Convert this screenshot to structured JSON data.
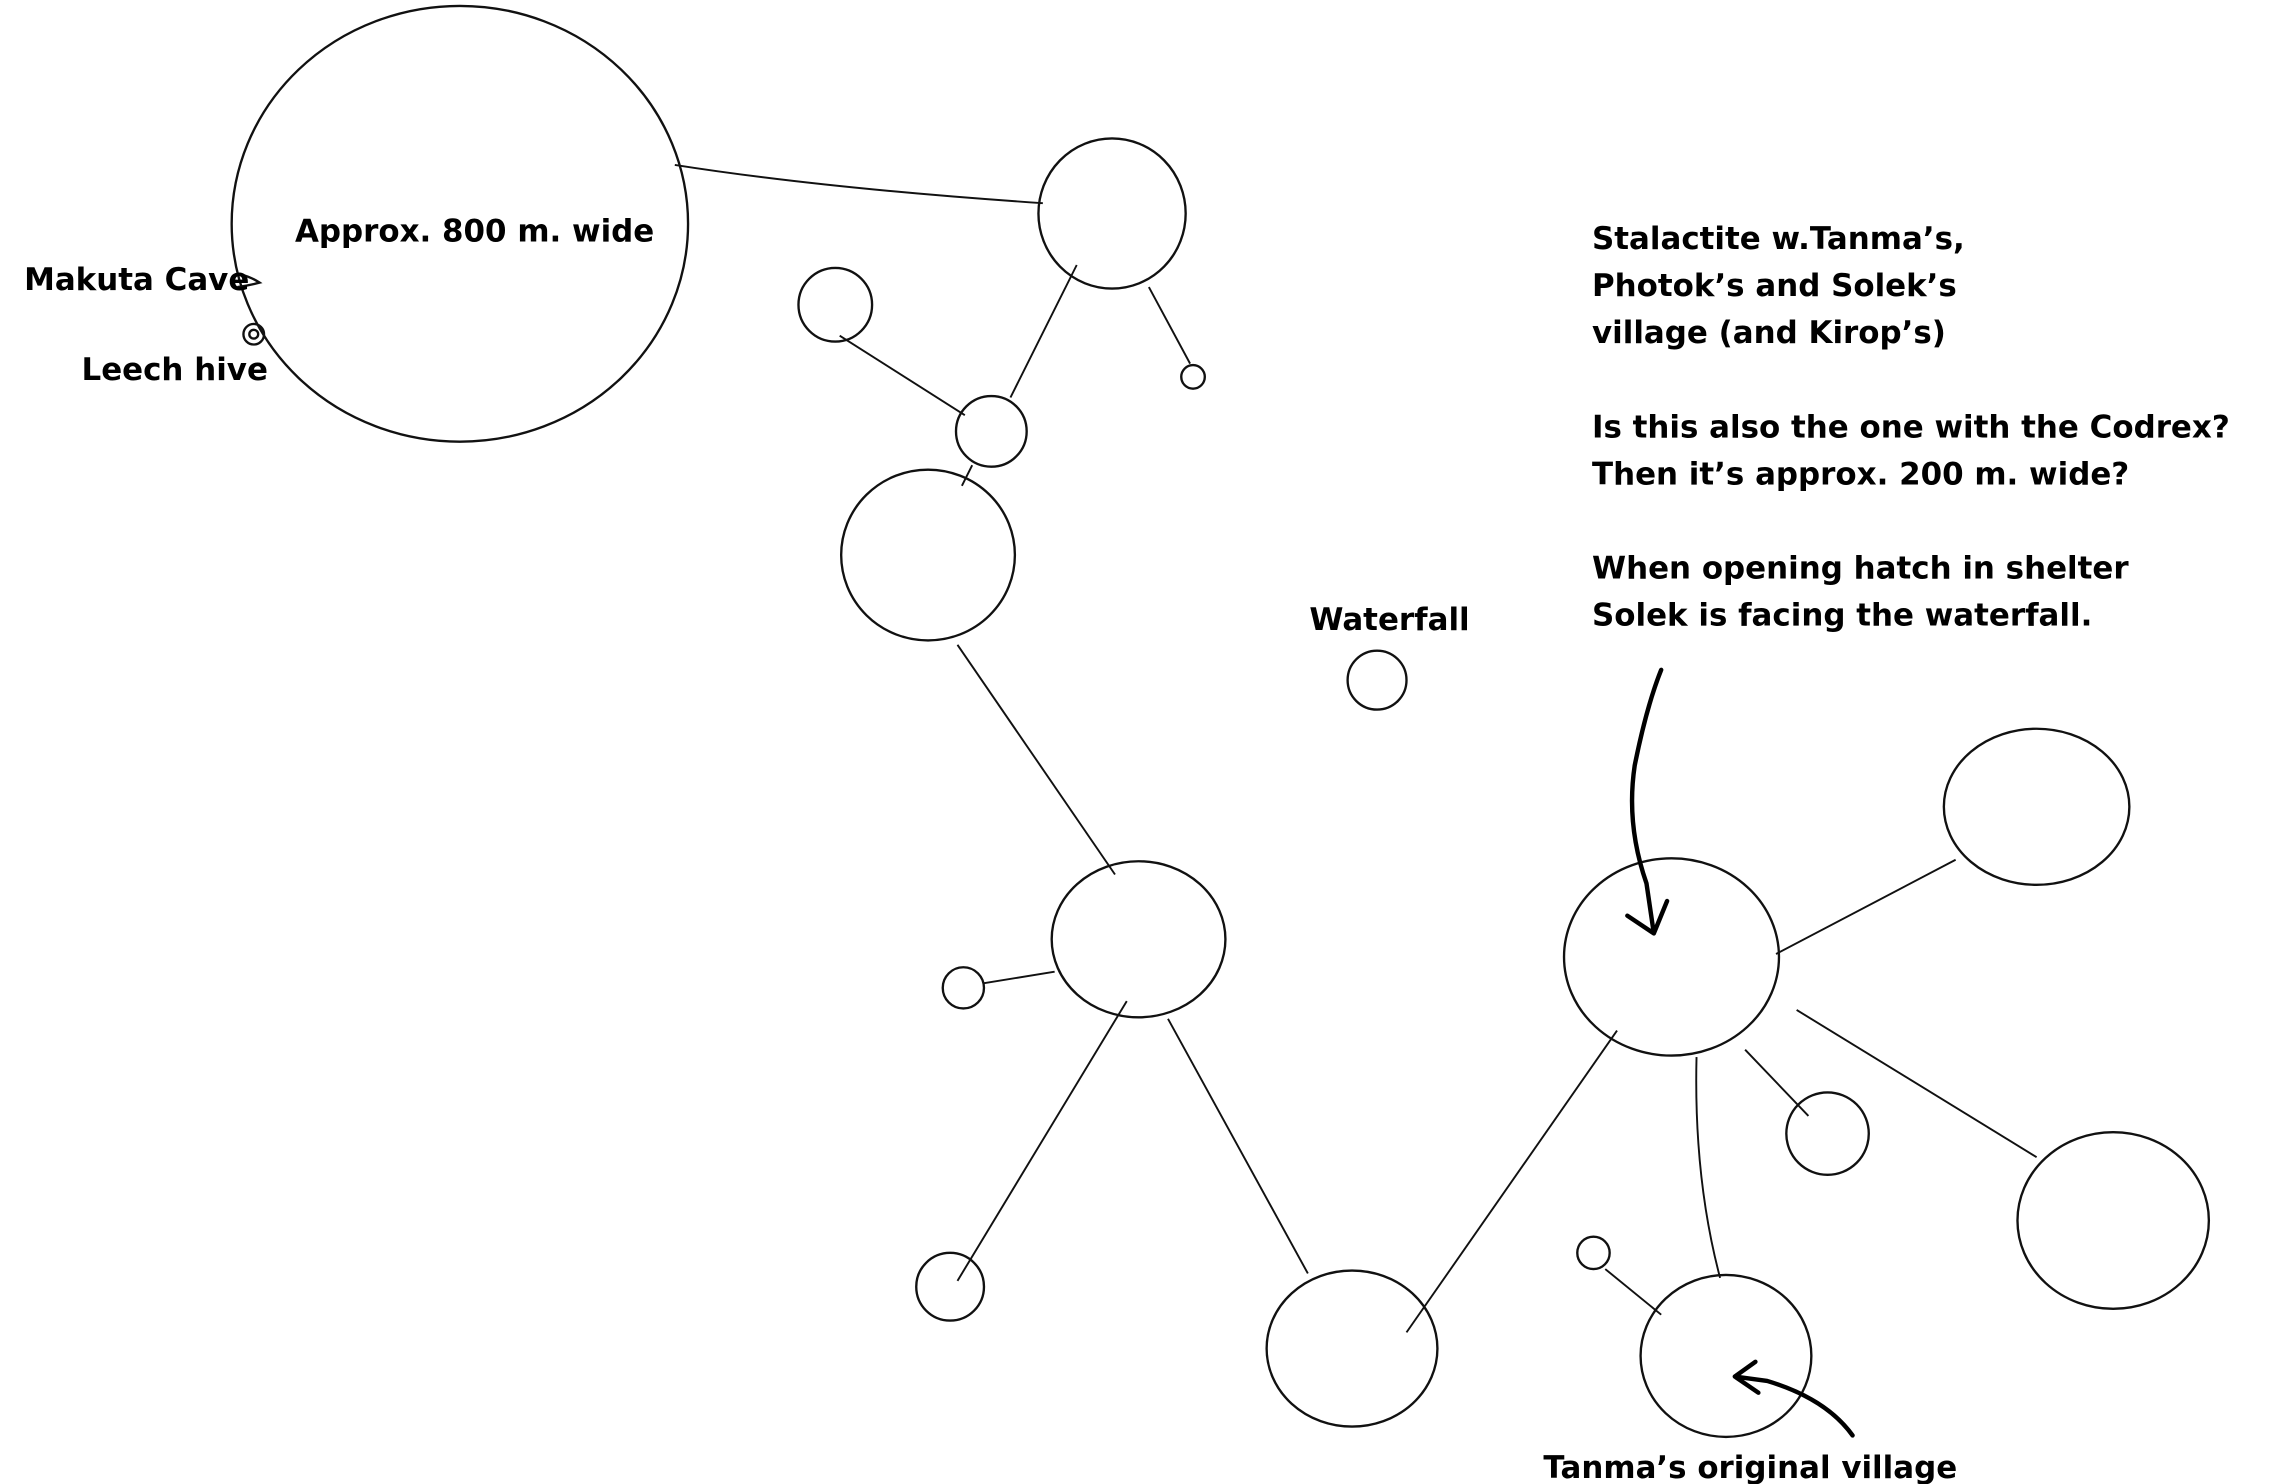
{
  "labels": {
    "big_cave_size": "Approx. 800 m. wide",
    "makuta_cave": "Makuta Cave",
    "leech_hive": "Leech hive",
    "waterfall": "Waterfall",
    "tanma_original": "Tanma’s original village"
  },
  "note": {
    "lines": [
      "Stalactite w.Tanma’s,",
      "Photok’s and Solek’s",
      "village (and Kirop’s)",
      "Is this also the one with the Codrex?",
      "Then it’s approx. 200 m. wide?",
      "When opening hatch in shelter",
      "Solek is facing the waterfall."
    ]
  }
}
